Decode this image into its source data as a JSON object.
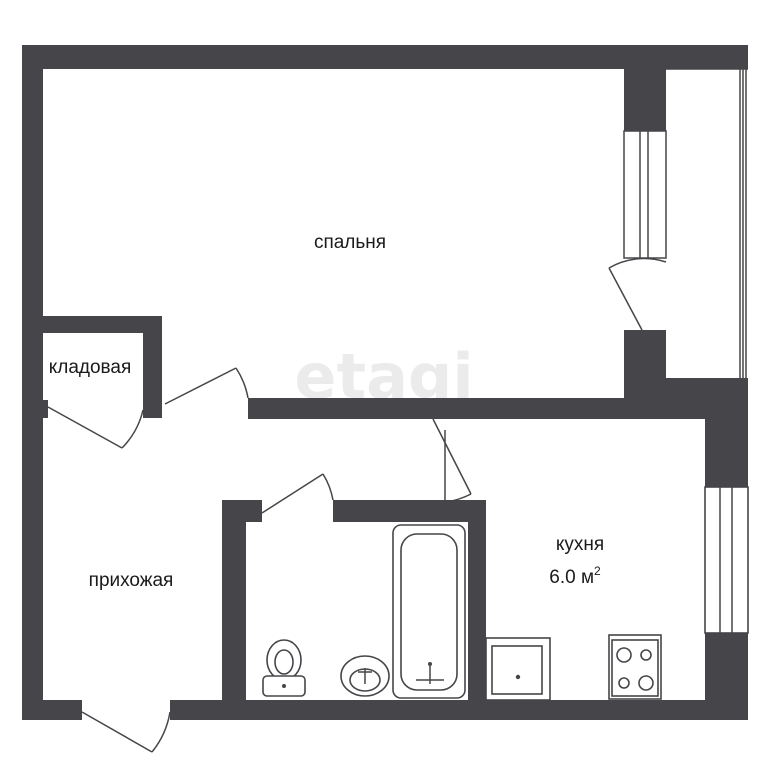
{
  "rooms": {
    "bedroom": "спальня",
    "storage": "кладовая",
    "hallway": "прихожая",
    "kitchen": "кухня",
    "kitchen_area_value": "6.0 м",
    "kitchen_area_exp": "2"
  },
  "watermark": "etagi",
  "colors": {
    "wall": "#464549",
    "background": "#ffffff"
  },
  "icons": [
    "toilet-icon",
    "sink-icon",
    "bathtub-icon",
    "kitchen-sink-icon",
    "stove-icon"
  ]
}
